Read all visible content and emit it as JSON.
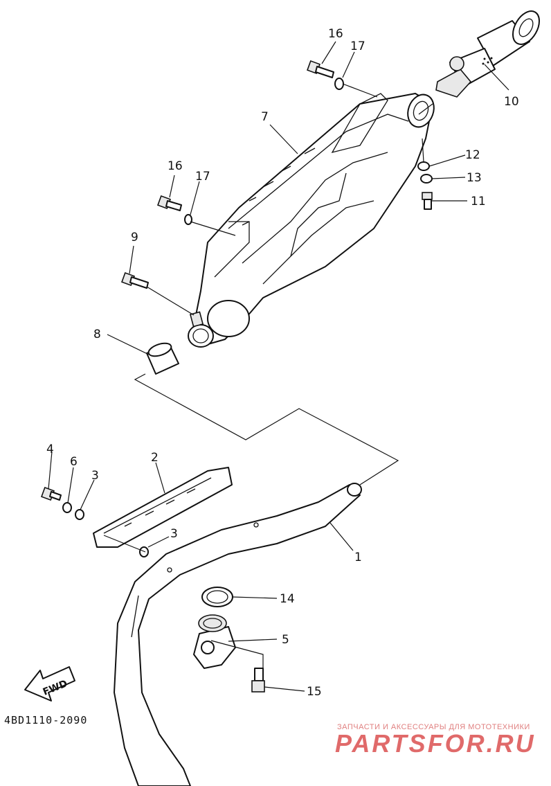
{
  "diagram": {
    "drawing_code": "4BD1110-2090",
    "direction_label": "FWD",
    "callouts": {
      "c1": "1",
      "c2": "2",
      "c3a": "3",
      "c3b": "3",
      "c4": "4",
      "c5": "5",
      "c6": "6",
      "c7": "7",
      "c8": "8",
      "c9": "9",
      "c10": "10",
      "c11": "11",
      "c12": "12",
      "c13": "13",
      "c14": "14",
      "c15": "15",
      "c16a": "16",
      "c16b": "16",
      "c17a": "17",
      "c17b": "17"
    }
  },
  "watermark": {
    "tagline": "ЗАПЧАСТИ И АКСЕССУАРЫ ДЛЯ МОТОТЕХНИКИ",
    "brand": "PARTSFOR.RU"
  }
}
